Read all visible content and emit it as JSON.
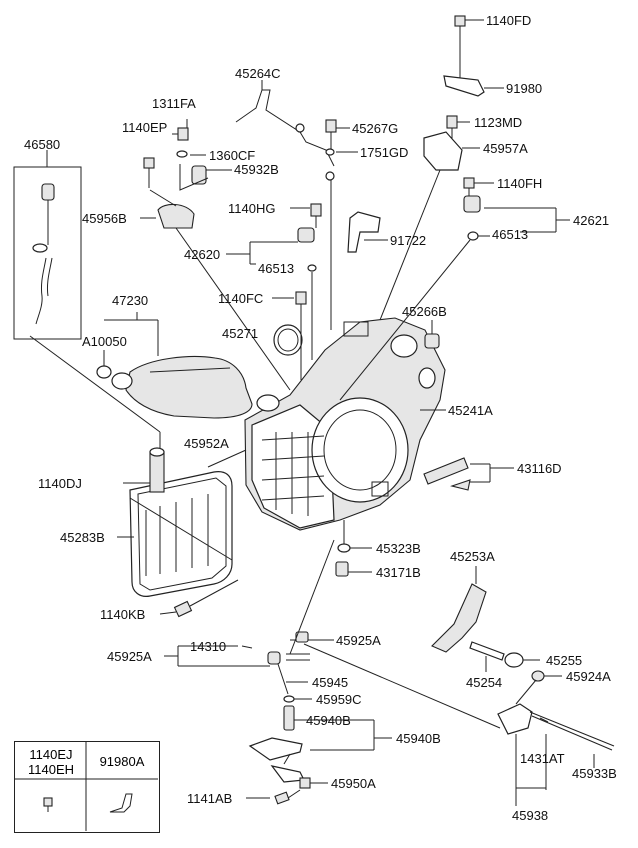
{
  "diagram": {
    "labels": [
      {
        "id": "1140FD",
        "text": "1140FD"
      },
      {
        "id": "91980",
        "text": "91980"
      },
      {
        "id": "45264C",
        "text": "45264C"
      },
      {
        "id": "1311FA",
        "text": "1311FA"
      },
      {
        "id": "1140EP",
        "text": "1140EP"
      },
      {
        "id": "46580",
        "text": "46580"
      },
      {
        "id": "45267G",
        "text": "45267G"
      },
      {
        "id": "1123MD",
        "text": "1123MD"
      },
      {
        "id": "1360CF",
        "text": "1360CF"
      },
      {
        "id": "1751GD",
        "text": "1751GD"
      },
      {
        "id": "45957A",
        "text": "45957A"
      },
      {
        "id": "45932B",
        "text": "45932B"
      },
      {
        "id": "1140FH",
        "text": "1140FH"
      },
      {
        "id": "45956B",
        "text": "45956B"
      },
      {
        "id": "1140HG",
        "text": "1140HG"
      },
      {
        "id": "42621",
        "text": "42621"
      },
      {
        "id": "46513a",
        "text": "46513"
      },
      {
        "id": "91722",
        "text": "91722"
      },
      {
        "id": "42620",
        "text": "42620"
      },
      {
        "id": "46513b",
        "text": "46513"
      },
      {
        "id": "1140FC",
        "text": "1140FC"
      },
      {
        "id": "47230",
        "text": "47230"
      },
      {
        "id": "45266B",
        "text": "45266B"
      },
      {
        "id": "45271",
        "text": "45271"
      },
      {
        "id": "A10050",
        "text": "A10050"
      },
      {
        "id": "45241A",
        "text": "45241A"
      },
      {
        "id": "45952A",
        "text": "45952A"
      },
      {
        "id": "43116D",
        "text": "43116D"
      },
      {
        "id": "1140DJ",
        "text": "1140DJ"
      },
      {
        "id": "45283B",
        "text": "45283B"
      },
      {
        "id": "45323B",
        "text": "45323B"
      },
      {
        "id": "43171B",
        "text": "43171B"
      },
      {
        "id": "45253A",
        "text": "45253A"
      },
      {
        "id": "1140KB",
        "text": "1140KB"
      },
      {
        "id": "45925A_r",
        "text": "45925A"
      },
      {
        "id": "14310",
        "text": "14310"
      },
      {
        "id": "45925A_l",
        "text": "45925A"
      },
      {
        "id": "45255",
        "text": "45255"
      },
      {
        "id": "45945",
        "text": "45945"
      },
      {
        "id": "45254",
        "text": "45254"
      },
      {
        "id": "45924A",
        "text": "45924A"
      },
      {
        "id": "45959C",
        "text": "45959C"
      },
      {
        "id": "45940B_a",
        "text": "45940B"
      },
      {
        "id": "45940B_b",
        "text": "45940B"
      },
      {
        "id": "1431AT",
        "text": "1431AT"
      },
      {
        "id": "45933B",
        "text": "45933B"
      },
      {
        "id": "45950A",
        "text": "45950A"
      },
      {
        "id": "1141AB",
        "text": "1141AB"
      },
      {
        "id": "45938",
        "text": "45938"
      }
    ]
  },
  "legend": {
    "left_line1": "1140EJ",
    "left_line2": "1140EH",
    "right": "91980A"
  }
}
